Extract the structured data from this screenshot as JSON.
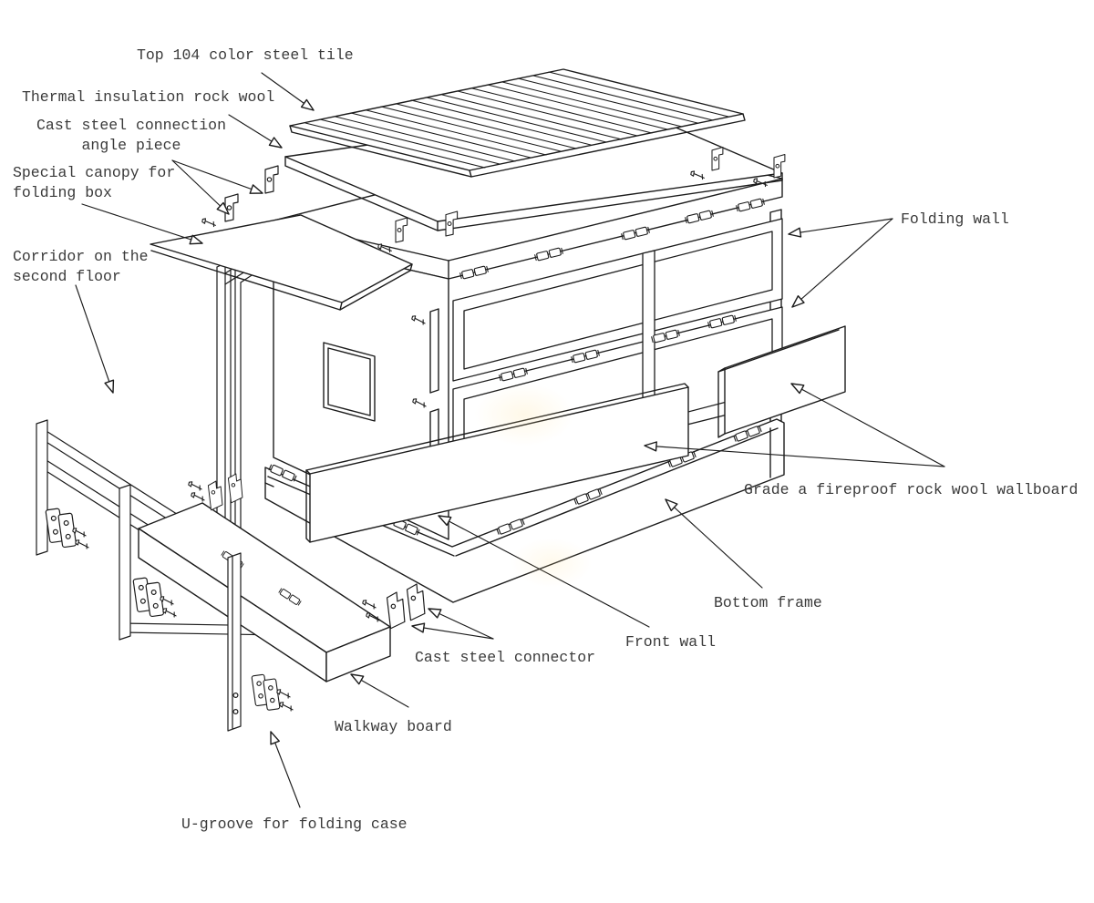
{
  "diagram": {
    "type": "exploded-assembly-diagram",
    "subject": "folding container house components",
    "labels": {
      "top_tile": {
        "text": "Top 104 color steel tile"
      },
      "insulation": {
        "text": "Thermal insulation rock wool"
      },
      "angle_piece": {
        "text": "Cast steel connection\nangle piece"
      },
      "canopy": {
        "text": "Special canopy for\nfolding box"
      },
      "corridor": {
        "text": "Corridor on the\nsecond floor"
      },
      "folding_wall": {
        "text": "Folding wall"
      },
      "fireproof": {
        "text": "Grade a fireproof rock wool wallboard"
      },
      "bottom_frame": {
        "text": "Bottom frame"
      },
      "front_wall": {
        "text": "Front wall"
      },
      "connector": {
        "text": "Cast steel connector"
      },
      "walkway": {
        "text": "Walkway board"
      },
      "u_groove": {
        "text": "U-groove for folding case"
      }
    },
    "colors": {
      "line": "#1c1c1c",
      "text": "#3a3a3a",
      "background": "#ffffff"
    }
  }
}
